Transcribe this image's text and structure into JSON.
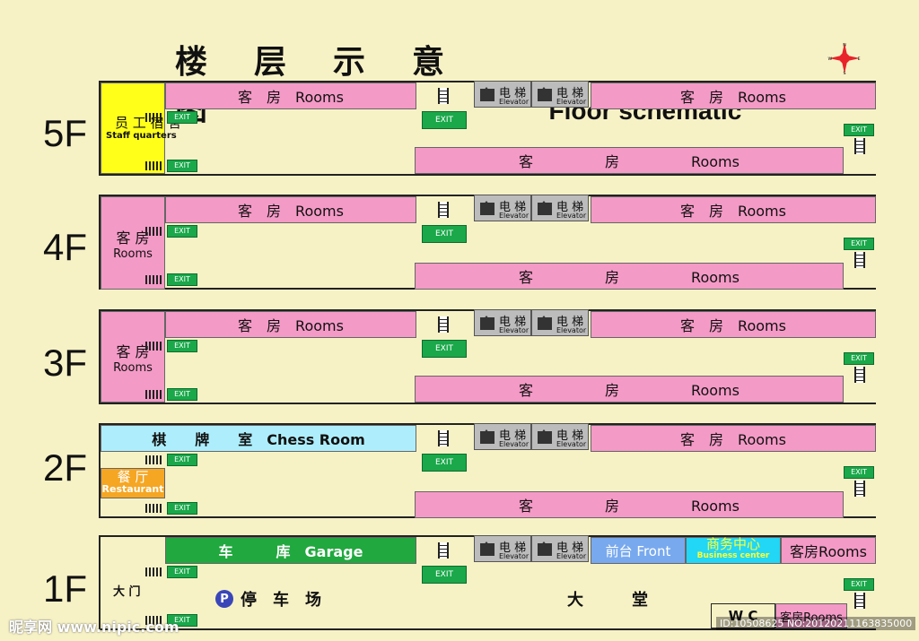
{
  "title": {
    "cn": [
      "楼",
      "层",
      "示",
      "意",
      "图"
    ],
    "en": "Floor schematic"
  },
  "compass": {
    "n": "N",
    "s": "S",
    "e": "E",
    "w": "W"
  },
  "labels": {
    "rooms": "客　房　Rooms",
    "rooms_wide": "客　　　　　房　　　　　Rooms",
    "elevator_cn": "电 梯",
    "elevator_en": "Elevator",
    "exit": "EXIT",
    "staff_cn": "员 工 宿 舍",
    "staff_en": "Staff quarters",
    "rooms_cn": "客 房",
    "rooms_en": "Rooms",
    "chess": "棋　　牌　　室　Chess Room",
    "restaurant_cn": "餐 厅",
    "restaurant_en": "Restaurant",
    "garage": "车　　　库　Garage",
    "front": "前台 Front",
    "business_cn": "商务中心",
    "business_en": "Business center",
    "rooms_compact": "客房Rooms",
    "gate": "大 门",
    "parking": "停　车　场",
    "parking_icon": "P",
    "lobby": "大　　　堂",
    "wc": "W C",
    "watermark_left": "昵享网 www.nipic.com",
    "watermark_right": "ID:10508625 NO:20120211163835000"
  },
  "floors": [
    "5F",
    "4F",
    "3F",
    "2F",
    "1F"
  ],
  "colors": {
    "background": "#f7f2c6",
    "rooms": "#f49ac6",
    "exit": "#1aa84a"
  }
}
